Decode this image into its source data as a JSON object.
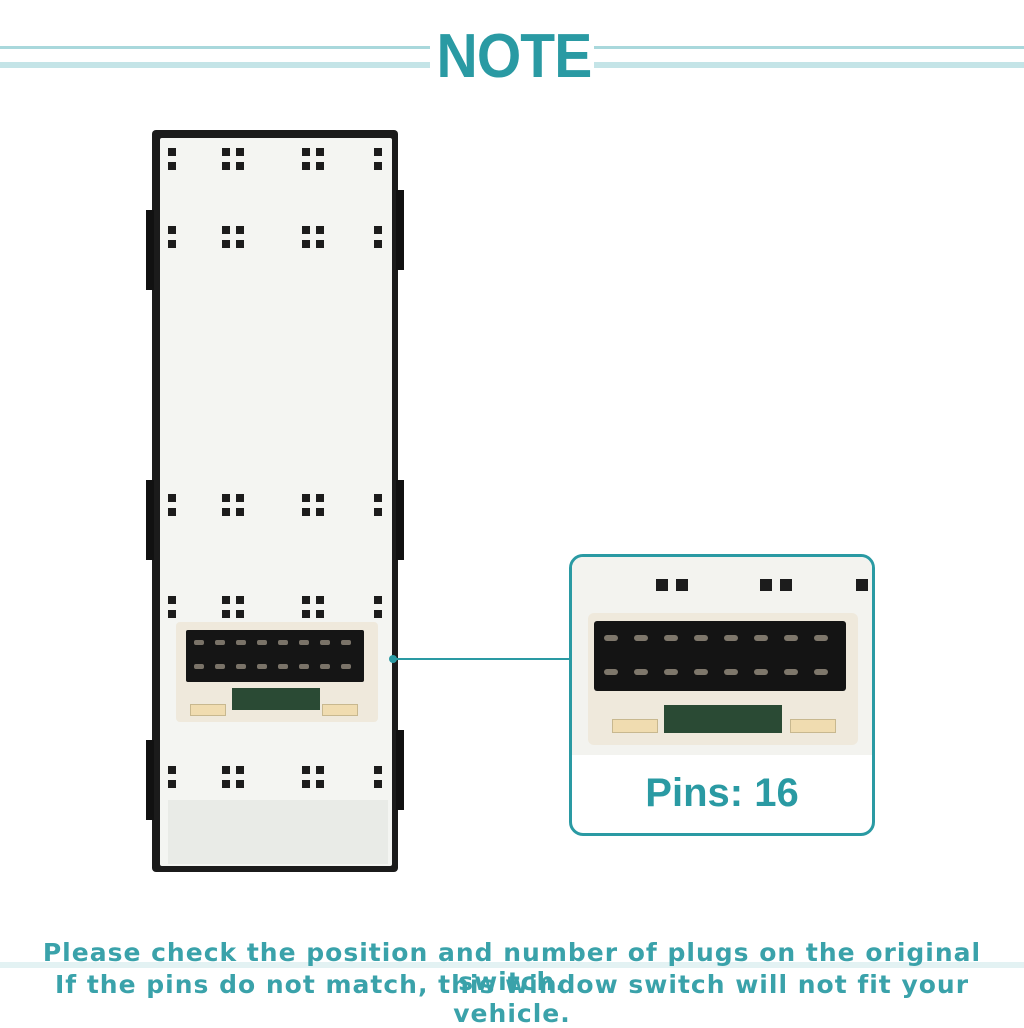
{
  "header": {
    "title": "NOTE"
  },
  "callout": {
    "pins_label": "Pins: 16"
  },
  "footer": {
    "line1": "Please check the position and number of plugs on the original switch.",
    "line2": "If the pins do not match, this window switch will not fit your vehicle."
  },
  "colors": {
    "accent": "#2a9aa3",
    "stripe": "#a9d8dc"
  },
  "product": {
    "pin_count": 16
  }
}
